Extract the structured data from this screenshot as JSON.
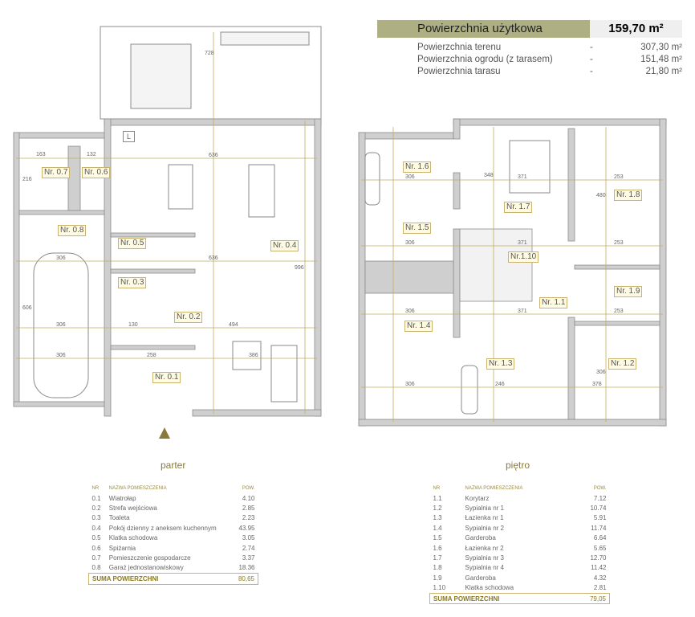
{
  "summary": {
    "usable_label": "Powierzchnia użytkowa",
    "usable_value": "159,70 m²",
    "rows": [
      {
        "label": "Powierzchnia terenu",
        "dash": "-",
        "value": "307,30 m²"
      },
      {
        "label": "Powierzchnia ogrodu (z tarasem)",
        "dash": "-",
        "value": "151,48 m²"
      },
      {
        "label": "Powierzchnia tarasu",
        "dash": "-",
        "value": "21,80 m²"
      }
    ]
  },
  "ground": {
    "title": "parter",
    "labels": [
      "Nr. 0.7",
      "Nr. 0.6",
      "Nr. 0.8",
      "Nr. 0.5",
      "Nr. 0.3",
      "Nr. 0.2",
      "Nr. 0.1",
      "Nr. 0.4"
    ],
    "dims": [
      "728",
      "636",
      "636",
      "996",
      "306",
      "306",
      "306",
      "606",
      "494",
      "386",
      "258",
      "130",
      "216",
      "163",
      "132",
      "L"
    ],
    "table": {
      "headers": [
        "NR",
        "NAZWA POMIESZCZENIA",
        "POW."
      ],
      "rows": [
        [
          "0.1",
          "Wiatrołap",
          "4.10"
        ],
        [
          "0.2",
          "Strefa wejściowa",
          "2.85"
        ],
        [
          "0.3",
          "Toaleta",
          "2.23"
        ],
        [
          "0.4",
          "Pokój dzienny z aneksem kuchennym",
          "43.95"
        ],
        [
          "0.5",
          "Klatka schodowa",
          "3.05"
        ],
        [
          "0.6",
          "Spiżarnia",
          "2.74"
        ],
        [
          "0.7",
          "Pomieszczenie gospodarcze",
          "3.37"
        ],
        [
          "0.8",
          "Garaż jednostanowiskowy",
          "18.36"
        ]
      ],
      "sum_label": "SUMA POWIERZCHNI",
      "sum_value": "80,65"
    }
  },
  "upper": {
    "title": "piętro",
    "labels": [
      "Nr. 1.6",
      "Nr. 1.5",
      "Nr. 1.7",
      "Nr.1.10",
      "Nr. 1.8",
      "Nr. 1.9",
      "Nr. 1.1",
      "Nr. 1.4",
      "Nr. 1.3",
      "Nr. 1.2"
    ],
    "dims": [
      "306",
      "306",
      "306",
      "306",
      "371",
      "371",
      "371",
      "253",
      "253",
      "253",
      "378",
      "246",
      "348",
      "480",
      "306"
    ],
    "table": {
      "headers": [
        "NR",
        "NAZWA POMIESZCZENIA",
        "POW."
      ],
      "rows": [
        [
          "1.1",
          "Korytarz",
          "7.12"
        ],
        [
          "1.2",
          "Sypialnia nr 1",
          "10.74"
        ],
        [
          "1.3",
          "Łazienka nr 1",
          "5.91"
        ],
        [
          "1.4",
          "Sypialnia nr 2",
          "11.74"
        ],
        [
          "1.5",
          "Garderoba",
          "6.64"
        ],
        [
          "1.6",
          "Łazienka nr 2",
          "5.65"
        ],
        [
          "1.7",
          "Sypialnia nr 3",
          "12.70"
        ],
        [
          "1.8",
          "Sypialnia nr 4",
          "11.42"
        ],
        [
          "1.9",
          "Garderoba",
          "4.32"
        ],
        [
          "1.10",
          "Klatka schodowa",
          "2.81"
        ]
      ],
      "sum_label": "SUMA POWIERZCHNI",
      "sum_value": "79,05"
    }
  },
  "colors": {
    "wall": "#cfcfcf",
    "wall_edge": "#8c8c8c",
    "dim_line": "#c2ad5c",
    "header": "#aeb083"
  }
}
